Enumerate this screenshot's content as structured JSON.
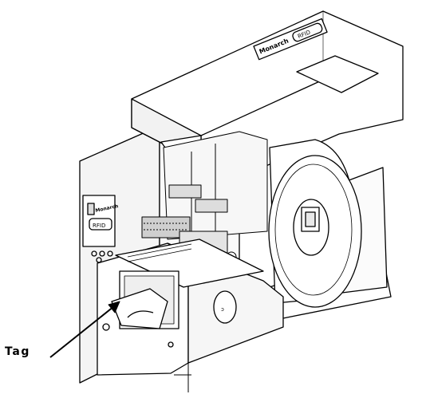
{
  "callout": {
    "label": "Tag"
  },
  "nameplate": {
    "brand": "Monarch",
    "badge": "RFID"
  },
  "side_panel": {
    "brand": "Monarch",
    "badge": "RFID"
  },
  "icons": {
    "arrow": "callout-arrow"
  },
  "colors": {
    "line": "#000000",
    "paper": "#ffffff",
    "shade": "#e6e6e6"
  }
}
